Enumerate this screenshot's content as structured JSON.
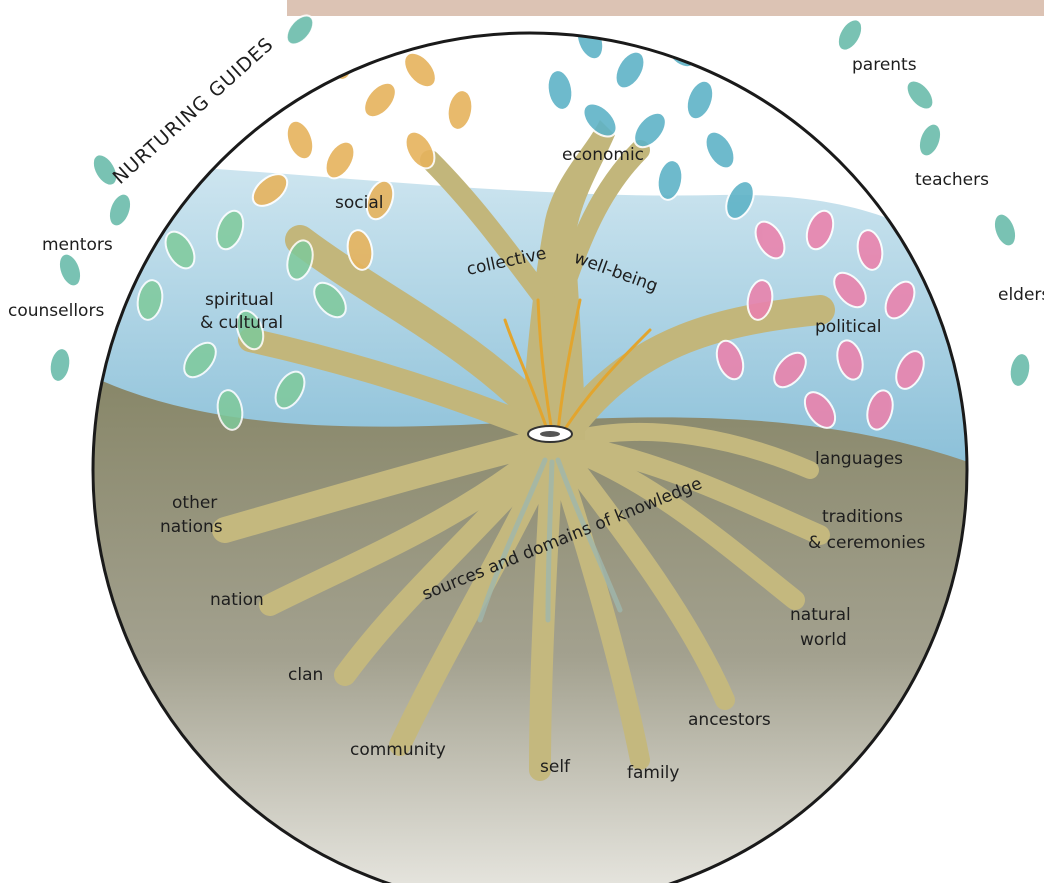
{
  "diagram": {
    "title": "NURTURING GUIDES",
    "guides": [
      "parents",
      "teachers",
      "elders",
      "mentors",
      "counsellors"
    ],
    "branches": {
      "social": "social",
      "economic": "economic",
      "spiritual": [
        "spiritual",
        "& cultural"
      ],
      "political": "political",
      "collective": "collective",
      "wellbeing": "well-being"
    },
    "roots_caption": "sources and domains of knowledge",
    "roots": {
      "other_nations": [
        "other",
        "nations"
      ],
      "nation": "nation",
      "clan": "clan",
      "community": "community",
      "self": "self",
      "family": "family",
      "ancestors": "ancestors",
      "natural_world": [
        "natural",
        "world"
      ],
      "traditions": [
        "traditions",
        "& ceremonies"
      ],
      "languages": "languages"
    },
    "colors": {
      "sky": "#8cc1da",
      "earth": "#8b8a6c",
      "trunk": "#c2b67b",
      "social_leaves": "#e6b35d",
      "economic_leaves": "#5fb3c7",
      "spiritual_leaves": "#7ec99a",
      "political_leaves": "#e983ad",
      "guide_leaves": "#61b7a6"
    }
  }
}
